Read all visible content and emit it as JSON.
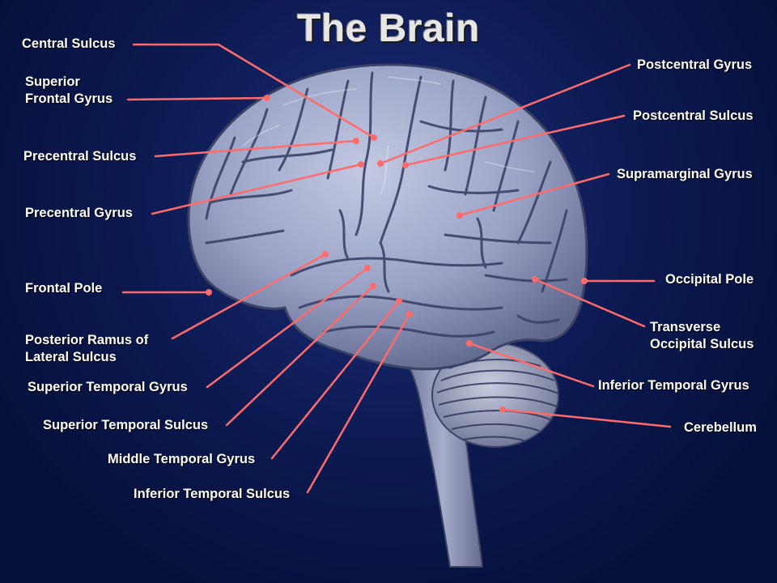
{
  "title": "The Brain",
  "colors": {
    "background": "#0d1a52",
    "brain": "#9aa3c6",
    "cerebellum": "#a9afc6",
    "leader_line": "#ff6b6b",
    "label_text": "#ffffff",
    "title_text": "#e6e6e6"
  },
  "labels": {
    "central_sulcus": "Central Sulcus",
    "superior_frontal_gyrus_1": "Superior",
    "superior_frontal_gyrus_2": "Frontal Gyrus",
    "precentral_sulcus": "Precentral Sulcus",
    "precentral_gyrus": "Precentral Gyrus",
    "frontal_pole": "Frontal Pole",
    "posterior_ramus_1": "Posterior Ramus of",
    "posterior_ramus_2": "Lateral Sulcus",
    "superior_temporal_gyrus": "Superior Temporal Gyrus",
    "superior_temporal_sulcus": "Superior Temporal Sulcus",
    "middle_temporal_gyrus": "Middle Temporal Gyrus",
    "inferior_temporal_sulcus": "Inferior Temporal Sulcus",
    "postcentral_gyrus": "Postcentral Gyrus",
    "postcentral_sulcus": "Postcentral Sulcus",
    "supramarginal_gyrus": "Supramarginal Gyrus",
    "occipital_pole": "Occipital Pole",
    "transverse_occipital_sulcus_1": "Transverse",
    "transverse_occipital_sulcus_2": "Occipital Sulcus",
    "inferior_temporal_gyrus": "Inferior Temporal Gyrus",
    "cerebellum": "Cerebellum"
  }
}
